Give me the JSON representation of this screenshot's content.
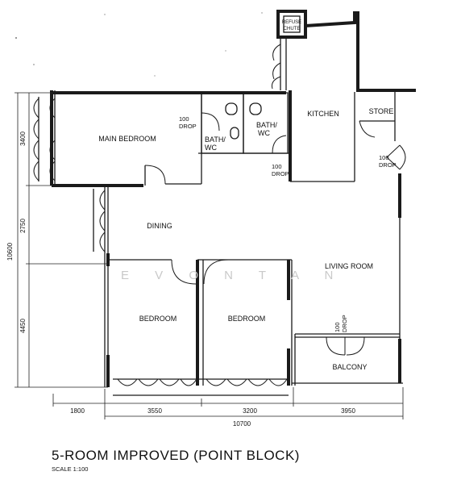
{
  "title": "5-ROOM IMPROVED (POINT BLOCK)",
  "scale": "SCALE  1:100",
  "watermark": "E V O N   T A N",
  "rooms": {
    "refuse_chute_line1": "REFUSE",
    "refuse_chute_line2": "CHUTE",
    "kitchen": "KITCHEN",
    "store": "STORE",
    "main_bedroom": "MAIN BEDROOM",
    "bath1_line1": "BATH/",
    "bath1_line2": "WC",
    "bath2_line1": "BATH/",
    "bath2_line2": "WC",
    "dining": "DINING",
    "living_room": "LIVING ROOM",
    "bedroom1": "BEDROOM",
    "bedroom2": "BEDROOM",
    "balcony": "BALCONY"
  },
  "drops": {
    "bath_drop_num": "100",
    "bath_drop": "DROP",
    "kitchen_drop_num": "100",
    "kitchen_drop": "DROP",
    "store_drop_num": "100",
    "store_drop": "DROP",
    "balcony_drop_num": "100",
    "balcony_drop": "DROP"
  },
  "dimensions": {
    "left_total": "10600",
    "left_top": "3400",
    "left_mid": "2750",
    "left_bottom": "4450",
    "bottom_1": "1800",
    "bottom_2": "3550",
    "bottom_3": "3200",
    "bottom_4": "3950",
    "bottom_total": "10700"
  }
}
